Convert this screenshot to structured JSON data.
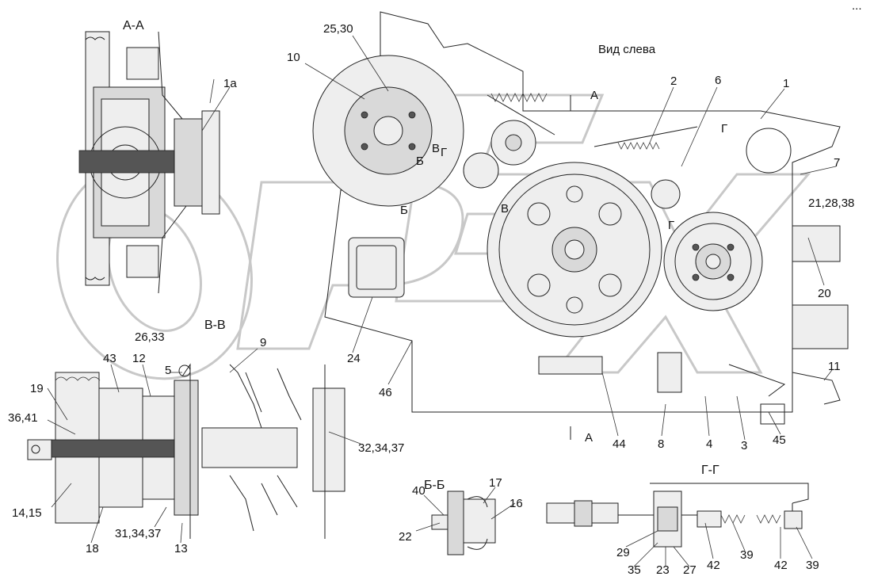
{
  "drawing": {
    "view_title": "Вид слева",
    "watermark": "OPEX",
    "corner_mark": "..."
  },
  "sections": {
    "aa": "А-А",
    "bb": "Б-Б",
    "vv": "В-В",
    "gg": "Г-Г"
  },
  "markers": {
    "a_top": "А",
    "a_bottom": "А",
    "b1": "Б",
    "b2": "Б",
    "v1": "В",
    "v2": "В",
    "g1": "Г",
    "g2": "Г",
    "g3": "Г"
  },
  "callouts": {
    "c1": "1",
    "c1a": "1а",
    "c2": "2",
    "c3": "3",
    "c4": "4",
    "c5": "5",
    "c6": "6",
    "c7": "7",
    "c8": "8",
    "c9": "9",
    "c10": "10",
    "c11": "11",
    "c12": "12",
    "c13": "13",
    "c14_15": "14,15",
    "c16": "16",
    "c17": "17",
    "c18": "18",
    "c19": "19",
    "c20": "20",
    "c21_28_38": "21,28,38",
    "c22": "22",
    "c23": "23",
    "c24": "24",
    "c25_30": "25,30",
    "c26_33": "26,33",
    "c27": "27",
    "c29": "29",
    "c31_34_37": "31,34,37",
    "c32_34_37": "32,34,37",
    "c35": "35",
    "c36_41": "36,41",
    "c39a": "39",
    "c39b": "39",
    "c40": "40",
    "c42a": "42",
    "c42b": "42",
    "c43": "43",
    "c44": "44",
    "c45": "45",
    "c46": "46"
  }
}
